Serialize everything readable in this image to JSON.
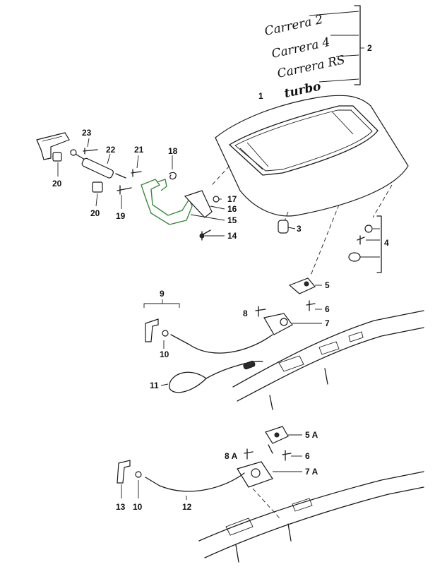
{
  "badges": [
    "Carrera 2",
    "Carrera 4",
    "Carrera RS",
    "turbo"
  ],
  "callouts": {
    "c1": "1",
    "c2": "2",
    "c3": "3",
    "c4": "4",
    "c5": "5",
    "c5a": "5 A",
    "c6a": "6",
    "c6b": "6",
    "c7": "7",
    "c7a": "7 A",
    "c8": "8",
    "c8a": "8 A",
    "c9": "9",
    "c10a": "10",
    "c10b": "10",
    "c11": "11",
    "c12": "12",
    "c13": "13",
    "c14": "14",
    "c15": "15",
    "c16": "16",
    "c17": "17",
    "c18": "18",
    "c19": "19",
    "c20a": "20",
    "c20b": "20",
    "c21": "21",
    "c22": "22",
    "c23": "23"
  },
  "colors": {
    "highlight": "#3a8a3a",
    "ink": "#1a1a1a"
  }
}
